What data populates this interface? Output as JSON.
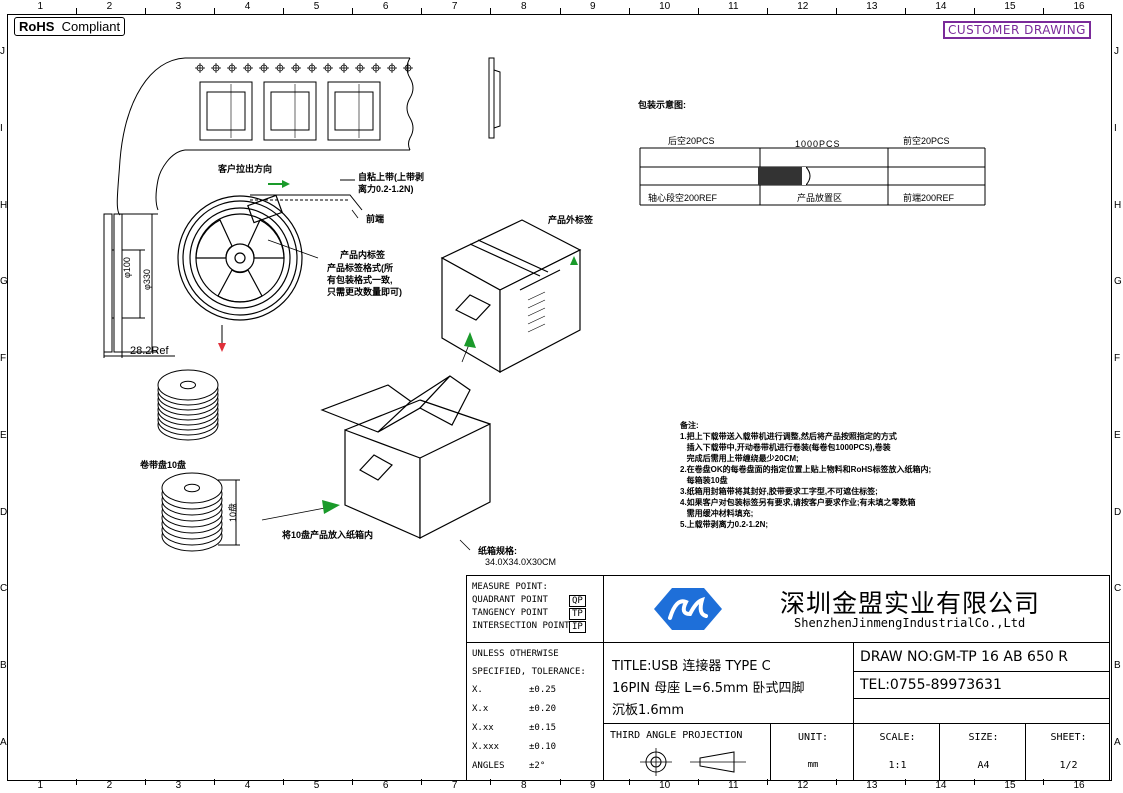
{
  "header": {
    "rohs_bold": "RoHS",
    "rohs_text": "Compliant",
    "customer_drawing": "CUSTOMER DRAWING"
  },
  "ruler": {
    "cols": [
      "1",
      "2",
      "3",
      "4",
      "5",
      "6",
      "7",
      "8",
      "9",
      "10",
      "11",
      "12",
      "13",
      "14",
      "15",
      "16"
    ],
    "rows": [
      "J",
      "I",
      "H",
      "G",
      "F",
      "E",
      "D",
      "C",
      "B",
      "A"
    ]
  },
  "drawing": {
    "pull_direction": "客户拉出方向",
    "self_adhesive": "自粘上带(上带剥",
    "self_adhesive2": "离力0.2-1.2N)",
    "front_end": "前端",
    "inner_label": "产品内标签",
    "inner_label_fmt1": "产品标签格式(所",
    "inner_label_fmt2": "有包装格式一致,",
    "inner_label_fmt3": "只需更改数量即可)",
    "dia100": "φ100",
    "dia330": "φ330",
    "ref_width": "28.2Ref",
    "reel_10": "卷带盘10盘",
    "ten_reels": "10盘",
    "put_in_box": "将10盘产品放入纸箱内",
    "outer_label": "产品外标签",
    "carton_spec": "纸箱规格:",
    "carton_dim": "34.0X34.0X30CM",
    "pack_title": "包装示意图:",
    "rear_empty": "后空20PCS",
    "qty": "1000PCS",
    "front_empty": "前空20PCS",
    "core_empty": "轴心段空200REF",
    "product_area": "产品放置区",
    "front_end_ref": "前端200REF"
  },
  "notes": {
    "title": "备注:",
    "lines": [
      "1.把上下载带送入载带机进行调整,然后将产品按照指定的方式",
      "   插入下载带中,开动卷带机进行卷装(每卷包1000PCS),卷装",
      "   完成后需用上带缠绕最少20CM;",
      "2.在卷盘OK的每卷盘面的指定位置上贴上物料和RoHS标签放入纸箱内;",
      "   每箱装10盘",
      "3.纸箱用封箱带将其封好,胶带要求工字型,不可遮住标签;",
      "4.如果客户对包装标签另有要求,请按客户要求作业;有未填之零数箱",
      "   需用缓冲材料填充;",
      "5.上载带剥离力0.2-1.2N;"
    ]
  },
  "measure": {
    "title": "MEASURE POINT:",
    "rows": [
      {
        "label": "QUADRANT POINT",
        "code": "QP"
      },
      {
        "label": "TANGENCY POINT",
        "code": "TP"
      },
      {
        "label": "INTERSECTION POINT",
        "code": "IP"
      }
    ]
  },
  "tolerance": {
    "line1": "UNLESS OTHERWISE",
    "line2": "SPECIFIED, TOLERANCE:",
    "rows": [
      {
        "k": "X.",
        "v": "±0.25"
      },
      {
        "k": "X.x",
        "v": "±0.20"
      },
      {
        "k": "X.xx",
        "v": "±0.15"
      },
      {
        "k": "X.xxx",
        "v": "±0.10"
      },
      {
        "k": "ANGLES",
        "v": "±2°"
      }
    ]
  },
  "company": {
    "name_cn": "深圳金盟实业有限公司",
    "name_en": "ShenzhenJinmengIndustrialCo.,Ltd",
    "logo_color": "#1e6fd9"
  },
  "title_block": {
    "title1": "TITLE:USB 连接器 TYPE C",
    "title2": "16PIN 母座 L=6.5mm 卧式四脚",
    "title3": "沉板1.6mm",
    "draw_no": "DRAW NO:GM-TP 16 AB 650 R",
    "tel": "TEL:0755-89973631",
    "projection": "THIRD ANGLE PROJECTION",
    "unit_label": "UNIT:",
    "unit_value": "mm",
    "scale_label": "SCALE:",
    "scale_value": "1:1",
    "size_label": "SIZE:",
    "size_value": "A4",
    "sheet_label": "SHEET:",
    "sheet_value": "1/2"
  }
}
